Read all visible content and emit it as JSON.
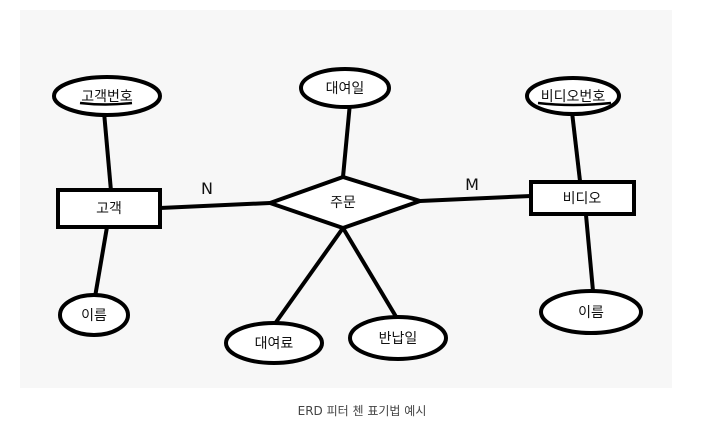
{
  "colors": {
    "ink": "#000000",
    "paper": "#ffffff",
    "canvas": "#f7f7f7"
  },
  "entities": [
    {
      "name": "customer",
      "label": "고객"
    },
    {
      "name": "video",
      "label": "비디오"
    }
  ],
  "relationship": {
    "name": "order",
    "label": "주문"
  },
  "attributes": [
    {
      "name": "customer-id",
      "label": "고객번호",
      "key": true
    },
    {
      "name": "customer-name",
      "label": "이름",
      "key": false
    },
    {
      "name": "rent-date",
      "label": "대여일",
      "key": false
    },
    {
      "name": "rent-fee",
      "label": "대여료",
      "key": false
    },
    {
      "name": "return-date",
      "label": "반납일",
      "key": false
    },
    {
      "name": "video-id",
      "label": "비디오번호",
      "key": true
    },
    {
      "name": "video-name",
      "label": "이름",
      "key": false
    }
  ],
  "cardinality": {
    "left": "N",
    "right": "M"
  },
  "caption": "ERD 피터 첸 표기법 예시"
}
